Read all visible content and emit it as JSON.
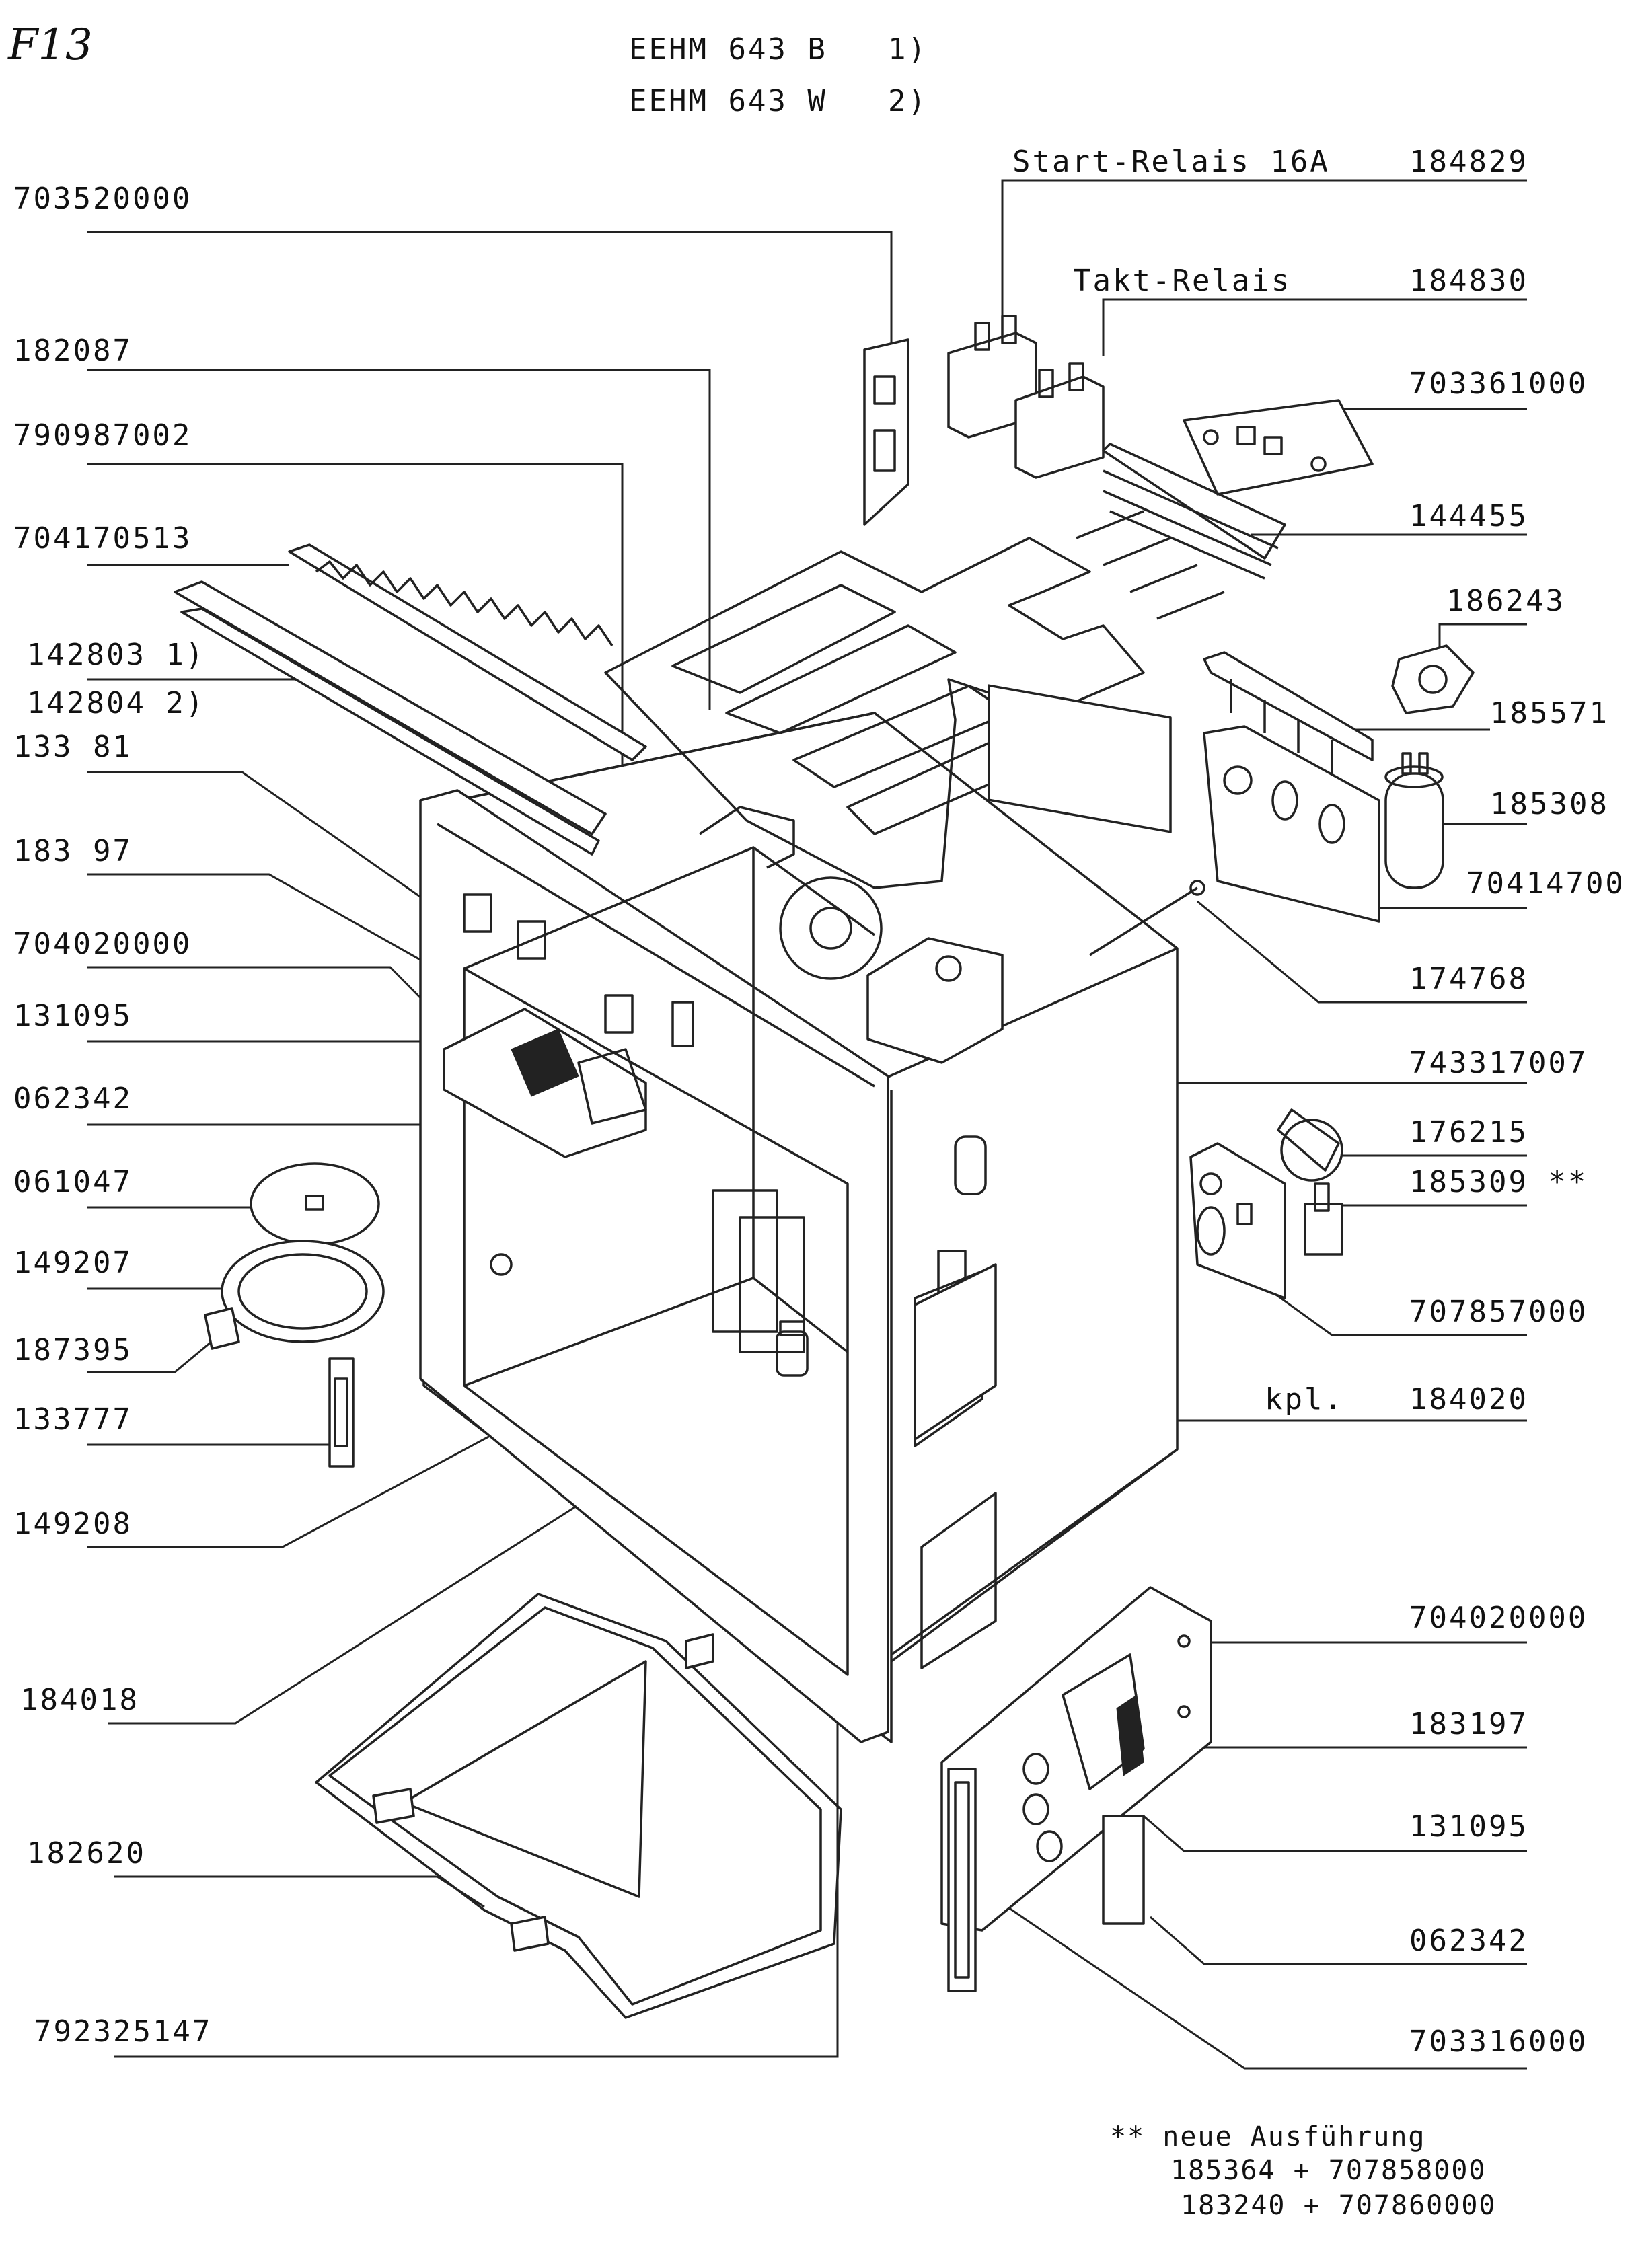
{
  "page_mark": "F13",
  "models": [
    {
      "name": "EEHM 643 B",
      "note": "1)"
    },
    {
      "name": "EEHM 643 W",
      "note": "2)"
    }
  ],
  "left_labels": [
    "703520000",
    "182087",
    "790987002",
    "704170513",
    "142803 1)",
    "142804 2)",
    "133 81",
    "183 97",
    "704020000",
    "131095",
    "062342",
    "061047",
    "149207",
    "187395",
    "133777",
    "149208",
    "184018",
    "182620",
    "792325147"
  ],
  "right_labels": [
    {
      "text": "Start-Relais 16A",
      "code": "184829"
    },
    {
      "text": "Takt-Relais",
      "code": "184830"
    },
    {
      "text": "",
      "code": "703361000"
    },
    {
      "text": "",
      "code": "144455"
    },
    {
      "text": "",
      "code": "186243"
    },
    {
      "text": "",
      "code": "185571"
    },
    {
      "text": "",
      "code": "185308"
    },
    {
      "text": "",
      "code": "70414700"
    },
    {
      "text": "",
      "code": "174768"
    },
    {
      "text": "",
      "code": "743317007"
    },
    {
      "text": "",
      "code": "176215"
    },
    {
      "text": "",
      "code": "185309 **"
    },
    {
      "text": "",
      "code": "707857000"
    },
    {
      "text": "kpl.",
      "code": "184020"
    },
    {
      "text": "",
      "code": "704020000"
    },
    {
      "text": "",
      "code": "183197"
    },
    {
      "text": "",
      "code": "131095"
    },
    {
      "text": "",
      "code": "062342"
    },
    {
      "text": "",
      "code": "703316000"
    }
  ],
  "footnote": {
    "heading": "** neue Ausführung",
    "line1": "185364 + 707858000",
    "line2": "183240 + 707860000"
  }
}
